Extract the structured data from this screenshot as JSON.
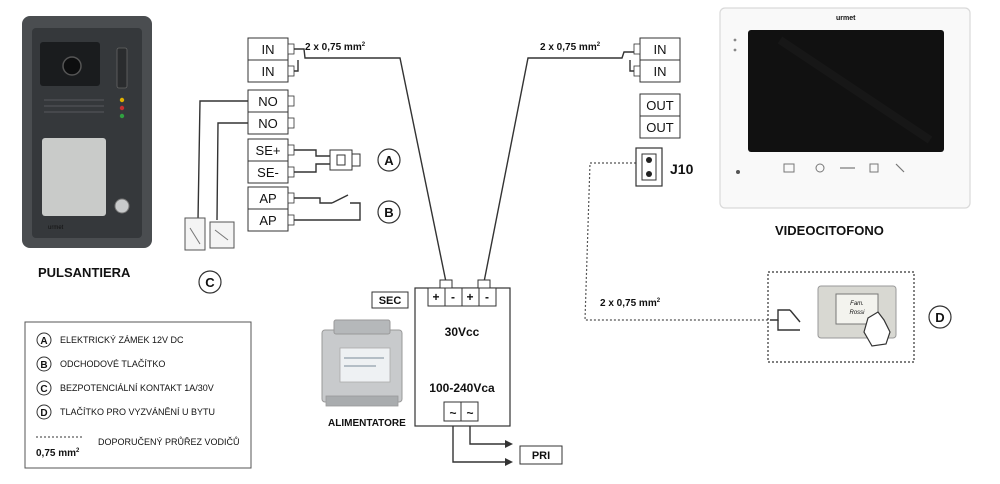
{
  "devices": {
    "panel": {
      "label": "PULSANTIERA",
      "brand": "urmet"
    },
    "monitor": {
      "label": "VIDEOCITOFONO",
      "brand": "urmet"
    },
    "psu": {
      "label": "ALIMENTATORE",
      "sec": "SEC",
      "output": "30Vcc",
      "input": "100-240Vca",
      "pri": "PRI",
      "plus": "+",
      "minus": "-",
      "ac": "~"
    }
  },
  "panel_terminals": [
    "IN",
    "IN",
    "NO",
    "NO",
    "SE+",
    "SE-",
    "AP",
    "AP"
  ],
  "monitor_terminals": [
    "IN",
    "IN",
    "OUT",
    "OUT"
  ],
  "connector": "J10",
  "wire_label": "2 x 0,75 mm",
  "wire_sup": "2",
  "button_text": [
    "Fam.",
    "Rossi"
  ],
  "markers": {
    "A": "A",
    "B": "B",
    "C": "C",
    "D": "D"
  },
  "legend": {
    "items": [
      {
        "marker": "A",
        "text": "ELEKTRICKÝ ZÁMEK 12V DC"
      },
      {
        "marker": "B",
        "text": "ODCHODOVÉ TLAČÍTKO"
      },
      {
        "marker": "C",
        "text": "BEZPOTENCIÁLNÍ KONTAKT 1A/30V"
      },
      {
        "marker": "D",
        "text": "TLAČÍTKO PRO VYZVÁNĚNÍ U BYTU"
      }
    ],
    "wire_value": "0,75 mm",
    "wire_sup": "2",
    "wire_text": "DOPORUČENÝ PRŮŘEZ VODIČŮ"
  },
  "colors": {
    "panel_body": "#3b3f42",
    "panel_face": "#2b2e30",
    "wire": "#333333",
    "legend_border": "#555555"
  }
}
